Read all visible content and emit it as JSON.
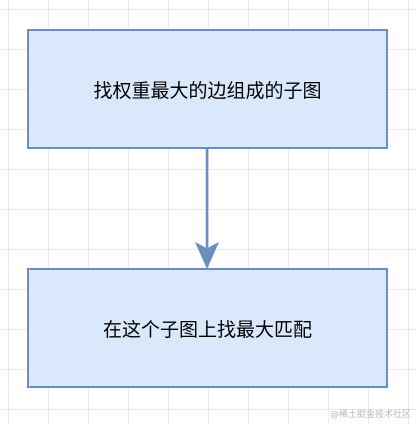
{
  "diagram": {
    "nodes": [
      {
        "id": "step1",
        "label": "找权重最大的边组成的子图"
      },
      {
        "id": "step2",
        "label": "在这个子图上找最大匹配"
      }
    ],
    "edges": [
      {
        "from": "step1",
        "to": "step2"
      }
    ],
    "colors": {
      "node_fill": "#dae8fc",
      "node_stroke": "#6c8ebf",
      "edge": "#6c8ebf"
    }
  },
  "watermark": "@稀土掘金技术社区"
}
